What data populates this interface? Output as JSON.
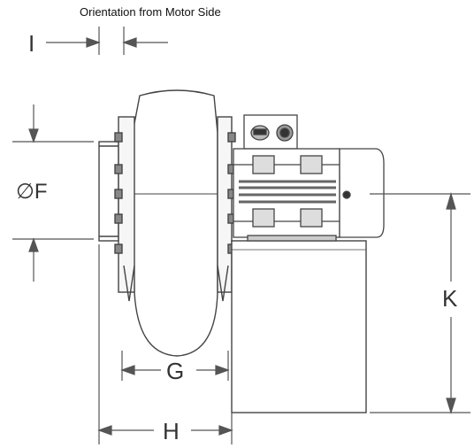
{
  "title": "Orientation from Motor Side",
  "labels": {
    "i": "I",
    "f": "∅F",
    "g": "G",
    "h": "H",
    "k": "K"
  },
  "colors": {
    "line": "#444444",
    "dim": "#555555"
  }
}
